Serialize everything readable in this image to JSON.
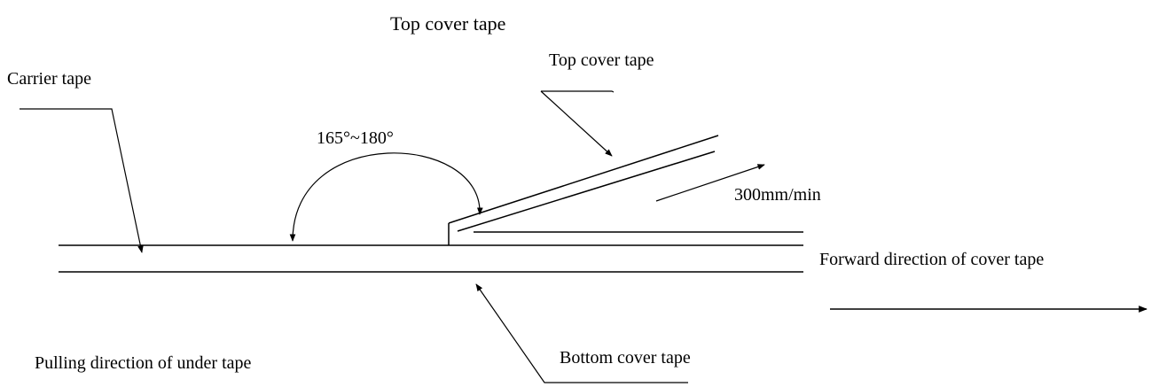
{
  "title": "Top cover tape",
  "labels": {
    "top_cover_tape": "Top cover tape",
    "carrier_tape": "Carrier tape",
    "angle": "165°~180°",
    "speed": "300mm/min",
    "forward_direction": "Forward direction of cover tape",
    "bottom_cover_tape": "Bottom cover tape",
    "pulling_direction": "Pulling direction of under tape"
  },
  "colors": {
    "line": "#000000",
    "background": "#ffffff"
  }
}
